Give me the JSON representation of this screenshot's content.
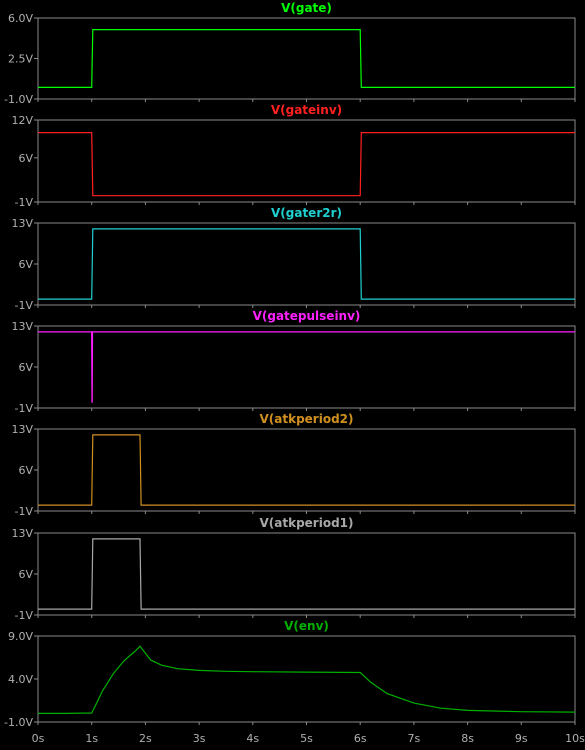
{
  "chart_data": {
    "type": "line",
    "x_ticks": [
      "0s",
      "1s",
      "2s",
      "3s",
      "4s",
      "5s",
      "6s",
      "7s",
      "8s",
      "9s",
      "10s"
    ],
    "xlim": [
      0,
      10
    ],
    "panels": [
      {
        "title": "V(gate)",
        "color": "#00ff00",
        "ylim": [
          -1,
          6
        ],
        "yticks": [
          "6.0V",
          "2.5V",
          "-1.0V"
        ],
        "ytick_values": [
          6,
          2.5,
          -1
        ],
        "series": {
          "x": [
            0,
            1,
            1.02,
            6,
            6.02,
            10
          ],
          "y": [
            0,
            0,
            5,
            5,
            0,
            0
          ]
        }
      },
      {
        "title": "V(gateinv)",
        "color": "#ff2020",
        "ylim": [
          -1,
          12
        ],
        "yticks": [
          "12V",
          "6V",
          "-1V"
        ],
        "ytick_values": [
          12,
          6,
          -1
        ],
        "series": {
          "x": [
            0,
            1,
            1.02,
            6,
            6.02,
            10
          ],
          "y": [
            10,
            10,
            0,
            0,
            10,
            10
          ]
        }
      },
      {
        "title": "V(gater2r)",
        "color": "#20d0d0",
        "ylim": [
          -1,
          13
        ],
        "yticks": [
          "13V",
          "6V",
          "-1V"
        ],
        "ytick_values": [
          13,
          6,
          -1
        ],
        "series": {
          "x": [
            0,
            1,
            1.02,
            6,
            6.02,
            10
          ],
          "y": [
            0,
            0,
            12,
            12,
            0,
            0
          ]
        }
      },
      {
        "title": "V(gatepulseinv)",
        "color": "#ff20ff",
        "ylim": [
          -1,
          13
        ],
        "yticks": [
          "13V",
          "6V",
          "-1V"
        ],
        "ytick_values": [
          13,
          6,
          -1
        ],
        "series": {
          "x": [
            0,
            1,
            1.005,
            1.01,
            1.015,
            10
          ],
          "y": [
            12,
            12,
            0,
            0,
            12,
            12
          ]
        }
      },
      {
        "title": "V(atkperiod2)",
        "color": "#d09020",
        "ylim": [
          -1,
          13
        ],
        "yticks": [
          "13V",
          "6V",
          "-1V"
        ],
        "ytick_values": [
          13,
          6,
          -1
        ],
        "series": {
          "x": [
            0,
            1,
            1.02,
            1.9,
            1.92,
            10
          ],
          "y": [
            0,
            0,
            12,
            12,
            0,
            0
          ]
        }
      },
      {
        "title": "V(atkperiod1)",
        "color": "#a8a8a8",
        "ylim": [
          -1,
          13
        ],
        "yticks": [
          "13V",
          "6V",
          "-1V"
        ],
        "ytick_values": [
          13,
          6,
          -1
        ],
        "series": {
          "x": [
            0,
            1,
            1.02,
            1.9,
            1.92,
            10
          ],
          "y": [
            0,
            0,
            12,
            12,
            0,
            0
          ]
        }
      },
      {
        "title": "V(env)",
        "color": "#00b000",
        "ylim": [
          -1,
          9
        ],
        "yticks": [
          "9.0V",
          "4.0V",
          "-1.0V"
        ],
        "ytick_values": [
          9,
          4,
          -1
        ],
        "series": {
          "x": [
            0,
            0.5,
            1.0,
            1.1,
            1.2,
            1.4,
            1.6,
            1.8,
            1.9,
            2.0,
            2.1,
            2.3,
            2.6,
            3.0,
            3.5,
            4.0,
            5.0,
            6.0,
            6.2,
            6.5,
            7.0,
            7.5,
            8.0,
            9.0,
            10.0
          ],
          "y": [
            0,
            0,
            0.05,
            1.3,
            2.6,
            4.6,
            6.1,
            7.2,
            7.8,
            7.0,
            6.2,
            5.6,
            5.2,
            5.0,
            4.9,
            4.85,
            4.8,
            4.75,
            3.6,
            2.3,
            1.2,
            0.6,
            0.35,
            0.2,
            0.15
          ]
        }
      }
    ]
  }
}
